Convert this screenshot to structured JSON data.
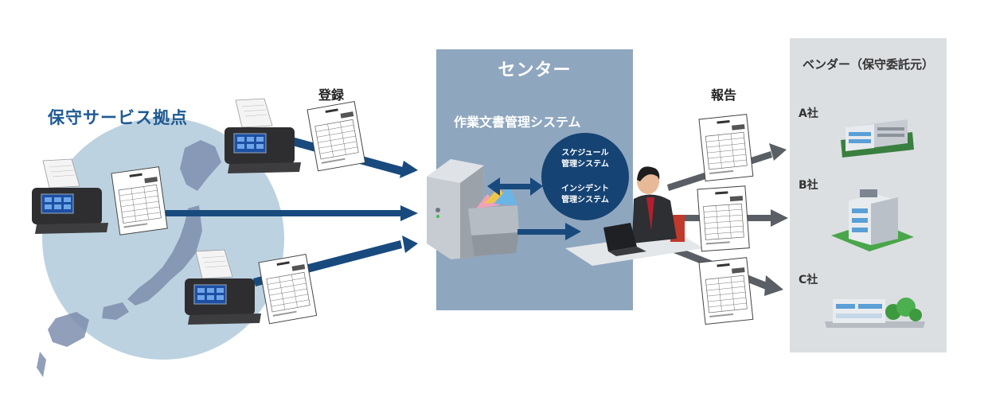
{
  "base": {
    "title": "保守サービス拠点"
  },
  "registration": {
    "label": "登録"
  },
  "center": {
    "title": "センター",
    "system_title": "作業文書管理システム",
    "circle_line1": "スケジュール",
    "circle_line2": "管理システム",
    "circle_line3": "インシデント",
    "circle_line4": "管理システム"
  },
  "report": {
    "label": "報告"
  },
  "vendor": {
    "title": "ベンダー（保守委託元）",
    "companies": [
      "A社",
      "B社",
      "C社"
    ]
  },
  "colors": {
    "navy_arrow": "#184a7e",
    "gray_arrow": "#5a5f65",
    "center_panel": "#8fa6bf",
    "vendor_panel": "#dcdfe2",
    "circle": "#154374",
    "map_circle": "#bdd2e0"
  },
  "icons": [
    "scanner-icon",
    "document-icon",
    "server-icon",
    "folder-icon",
    "person-icon",
    "laptop-icon",
    "building-icon",
    "japan-map-icon"
  ]
}
